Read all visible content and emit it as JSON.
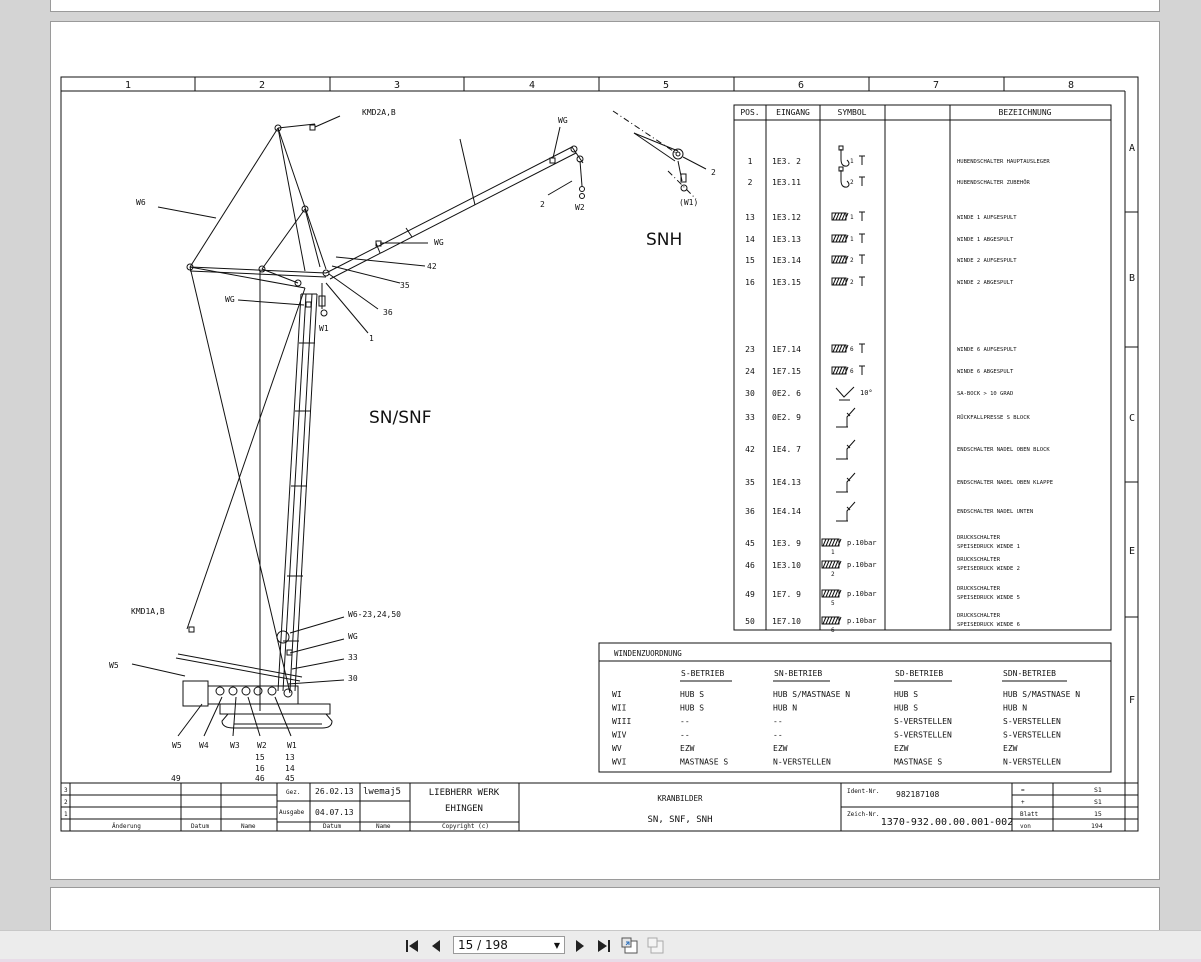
{
  "viewer": {
    "page_indicator": "15 / 198",
    "icons": [
      "first-page-icon",
      "previous-page-icon",
      "next-page-icon",
      "last-page-icon",
      "fit-page-icon",
      "fit-width-icon"
    ]
  },
  "frame": {
    "columns": [
      "1",
      "2",
      "3",
      "4",
      "5",
      "6",
      "7",
      "8"
    ],
    "rows": [
      "A",
      "B",
      "C",
      "E",
      "E",
      "F"
    ]
  },
  "drawing": {
    "view1_title": "SN/SNF",
    "view2_title": "SNH",
    "labels": {
      "kmd2ab": "KMD2A,B",
      "wg_top": "WG",
      "w6": "W6",
      "wg_mid": "WG",
      "wg_left": "WG",
      "n42": "42",
      "n35": "35",
      "n36": "36",
      "n1": "1",
      "w1_hook": "W1",
      "n2_jib": "2",
      "w2_jib": "W2",
      "snh_2": "2",
      "snh_w1": "(W1)",
      "kmd1ab": "KMD1A,B",
      "w6_23": "W6-23,24,50",
      "wg_base": "WG",
      "n33": "33",
      "n30": "30",
      "w5_side": "W5",
      "b_w5": "W5",
      "b_w4": "W4",
      "b_w3": "W3",
      "b_w2": "W2",
      "b_w1": "W1",
      "n15": "15",
      "n13": "13",
      "n16": "16",
      "n14": "14",
      "n49": "49",
      "n46": "46",
      "n45": "45"
    }
  },
  "table": {
    "headers": {
      "pos": "POS.",
      "eingang": "EINGANG",
      "symbol": "SYMBOL",
      "bezeichnung": "BEZEICHNUNG"
    },
    "rows": [
      {
        "pos": "1",
        "eingang": "1E3. 2",
        "sym_num": "1",
        "bez": [
          "HUBENDSCHALTER HAUPTAUSLEGER"
        ]
      },
      {
        "pos": "2",
        "eingang": "1E3.11",
        "sym_num": "2",
        "bez": [
          "HUBENDSCHALTER ZUBEHÖR"
        ]
      },
      {
        "pos": "13",
        "eingang": "1E3.12",
        "sym_num": "1",
        "bez": [
          "WINDE 1 AUFGESPULT"
        ]
      },
      {
        "pos": "14",
        "eingang": "1E3.13",
        "sym_num": "1",
        "bez": [
          "WINDE 1 ABGESPULT"
        ]
      },
      {
        "pos": "15",
        "eingang": "1E3.14",
        "sym_num": "2",
        "bez": [
          "WINDE 2 AUFGESPULT"
        ]
      },
      {
        "pos": "16",
        "eingang": "1E3.15",
        "sym_num": "2",
        "bez": [
          "WINDE 2 ABGESPULT"
        ]
      },
      {
        "pos": "23",
        "eingang": "1E7.14",
        "sym_num": "6",
        "bez": [
          "WINDE 6 AUFGESPULT"
        ]
      },
      {
        "pos": "24",
        "eingang": "1E7.15",
        "sym_num": "6",
        "bez": [
          "WINDE 6 ABGESPULT"
        ]
      },
      {
        "pos": "30",
        "eingang": "0E2. 6",
        "sym_num": "10°",
        "bez": [
          "SA-BOCK > 10 GRAD"
        ]
      },
      {
        "pos": "33",
        "eingang": "0E2. 9",
        "sym_num": "",
        "bez": [
          "RÜCKFALLPRESSE S BLOCK"
        ]
      },
      {
        "pos": "42",
        "eingang": "1E4. 7",
        "sym_num": "",
        "bez": [
          "ENDSCHALTER NADEL OBEN BLOCK"
        ]
      },
      {
        "pos": "35",
        "eingang": "1E4.13",
        "sym_num": "",
        "bez": [
          "ENDSCHALTER NADEL OBEN KLAPPE"
        ]
      },
      {
        "pos": "36",
        "eingang": "1E4.14",
        "sym_num": "",
        "bez": [
          "ENDSCHALTER NADEL UNTEN"
        ]
      },
      {
        "pos": "45",
        "eingang": "1E3. 9",
        "sym_num": "p.10bar",
        "sym_sub": "1",
        "bez": [
          "DRUCKSCHALTER",
          "SPEISEDRUCK WINDE 1"
        ]
      },
      {
        "pos": "46",
        "eingang": "1E3.10",
        "sym_num": "p.10bar",
        "sym_sub": "2",
        "bez": [
          "DRUCKSCHALTER",
          "SPEISEDRUCK WINDE 2"
        ]
      },
      {
        "pos": "49",
        "eingang": "1E7. 9",
        "sym_num": "p.10bar",
        "sym_sub": "5",
        "bez": [
          "DRUCKSCHALTER",
          "SPEISEDRUCK WINDE 5"
        ]
      },
      {
        "pos": "50",
        "eingang": "1E7.10",
        "sym_num": "p.10bar",
        "sym_sub": "6",
        "bez": [
          "DRUCKSCHALTER",
          "SPEISEDRUCK WINDE 6"
        ]
      }
    ]
  },
  "winden": {
    "title": "WINDENZUORDNUNG",
    "columns": [
      "S-BETRIEB",
      "SN-BETRIEB",
      "SD-BETRIEB",
      "SDN-BETRIEB"
    ],
    "rows": [
      {
        "label": "WI",
        "cells": [
          "HUB S",
          "HUB S/MASTNASE N",
          "HUB S",
          "HUB S/MASTNASE N"
        ]
      },
      {
        "label": "WII",
        "cells": [
          "HUB S",
          "HUB N",
          "HUB S",
          "HUB N"
        ]
      },
      {
        "label": "WIII",
        "cells": [
          "--",
          "--",
          "S-VERSTELLEN",
          "S-VERSTELLEN"
        ]
      },
      {
        "label": "WIV",
        "cells": [
          "--",
          "--",
          "S-VERSTELLEN",
          "S-VERSTELLEN"
        ]
      },
      {
        "label": "WV",
        "cells": [
          "EZW",
          "EZW",
          "EZW",
          "EZW"
        ]
      },
      {
        "label": "WVI",
        "cells": [
          "MASTNASE S",
          "N-VERSTELLEN",
          "MASTNASE S",
          "N-VERSTELLEN"
        ]
      }
    ]
  },
  "titleblock": {
    "rev_nums": [
      "3",
      "2",
      "1"
    ],
    "rev_headers": [
      "Änderung",
      "Datum",
      "Name"
    ],
    "gez_label": "Gez.",
    "gez_date": "26.02.13",
    "gez_name": "lwemaj5",
    "ausgabe_label": "Ausgabe",
    "ausgabe_date": "04.07.13",
    "sub_datum": "Datum",
    "sub_name": "Name",
    "company1": "LIEBHERR WERK",
    "company2": "EHINGEN",
    "copyright": "Copyright (c)",
    "title1": "KRANBILDER",
    "title2": "SN, SNF, SNH",
    "ident_label": "Ident-Nr.",
    "ident_nr": "982187108",
    "zeich_label": "Zeich-Nr.",
    "zeich_nr": "1370-932.00.00.001-002",
    "r_eq_label": "=",
    "r_eq": "S1",
    "r_plus_label": "+",
    "r_plus": "S1",
    "blatt_label": "Blatt",
    "blatt": "15",
    "von_label": "von",
    "von": "194"
  }
}
